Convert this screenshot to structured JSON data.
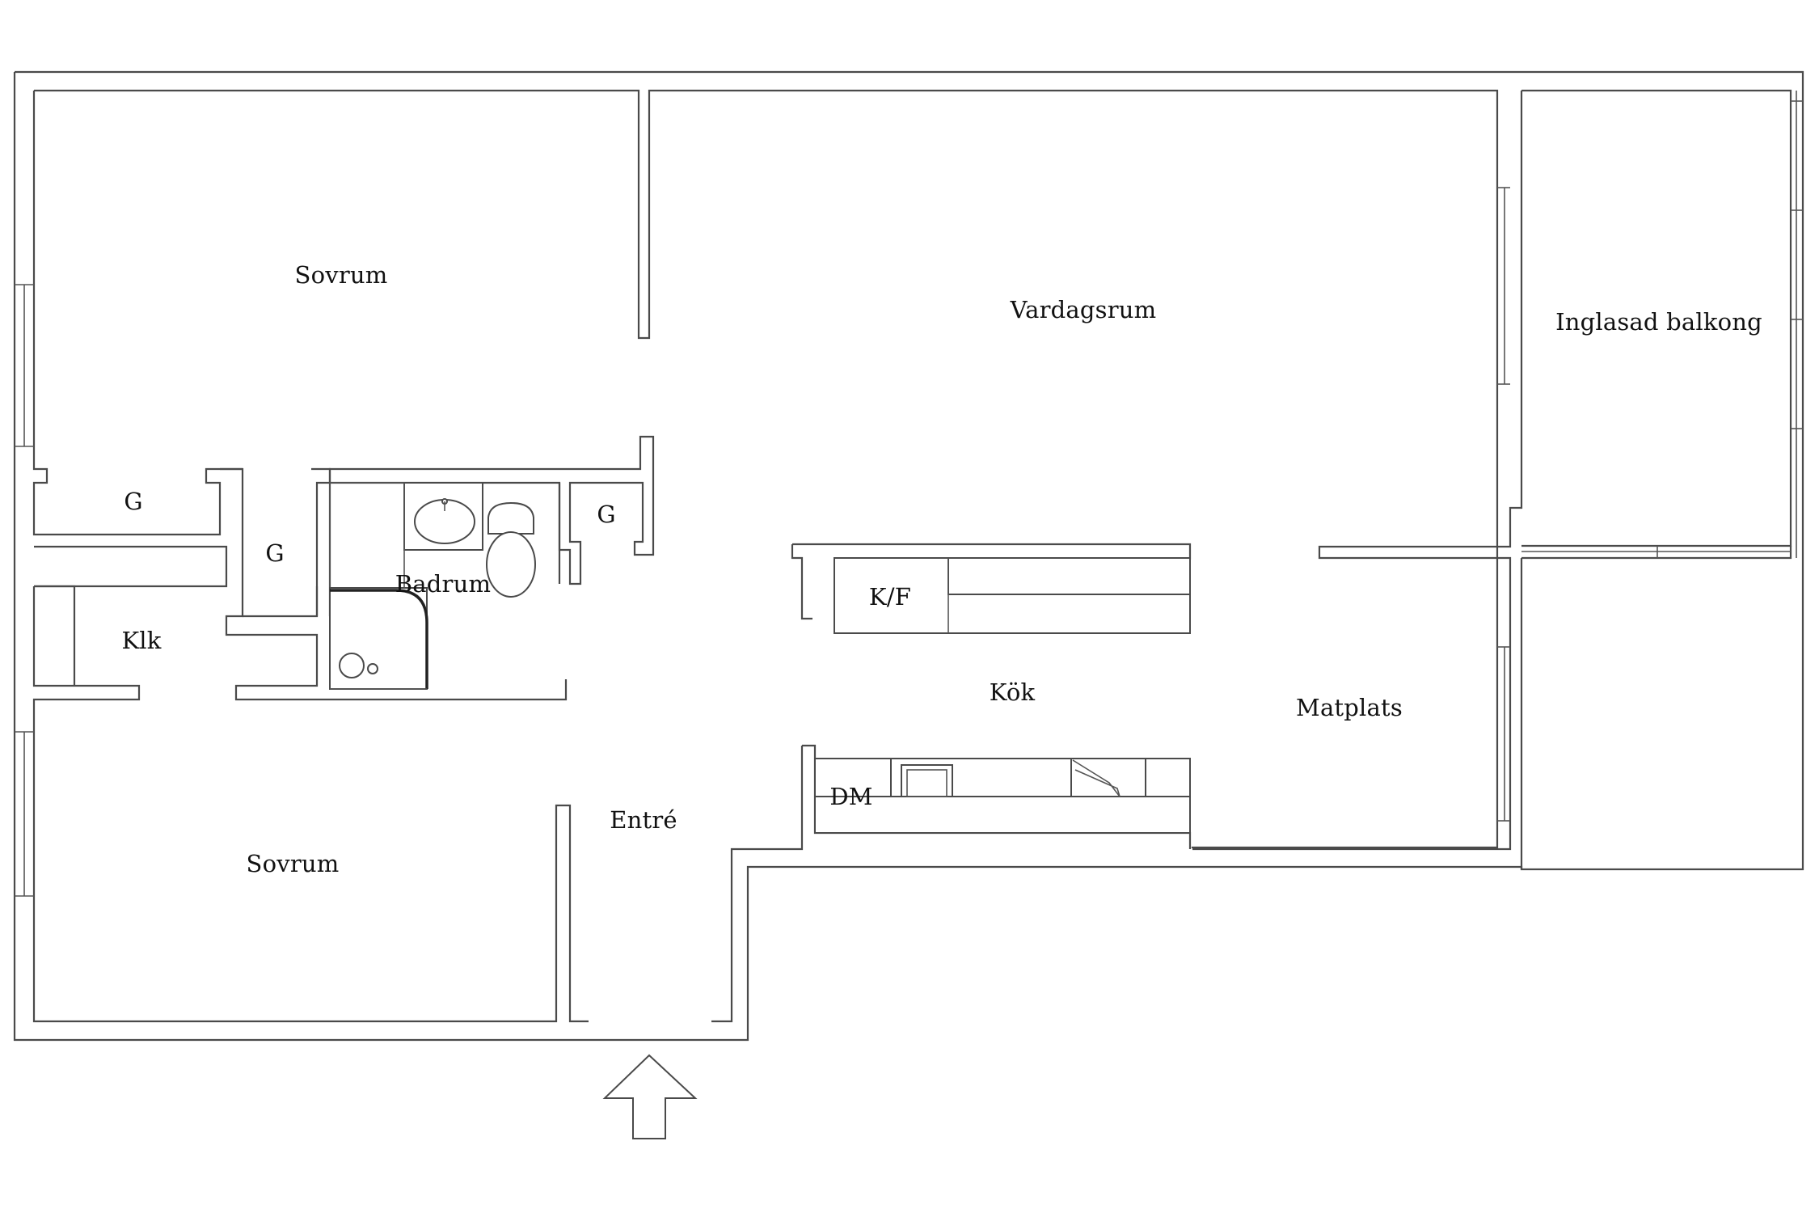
{
  "rooms": {
    "sovrum_top": "Sovrum",
    "vardagsrum": "Vardagsrum",
    "balkong": "Inglasad balkong",
    "g_left": "G",
    "g_mid": "G",
    "g_right": "G",
    "badrum": "Badrum",
    "klk": "Klk",
    "kf": "K/F",
    "kok": "Kök",
    "matplats": "Matplats",
    "dm": "DM",
    "entre": "Entré",
    "sovrum_bottom": "Sovrum"
  },
  "icons": {
    "entrance": "entrance-arrow-icon",
    "sink": "washbasin-icon",
    "toilet": "toilet-icon",
    "shower": "shower-icon",
    "kitchen_sink": "kitchen-sink-icon",
    "stove": "stove-icon"
  },
  "colors": {
    "wall": "#4a4a4a",
    "background": "#ffffff",
    "text": "#111111"
  }
}
